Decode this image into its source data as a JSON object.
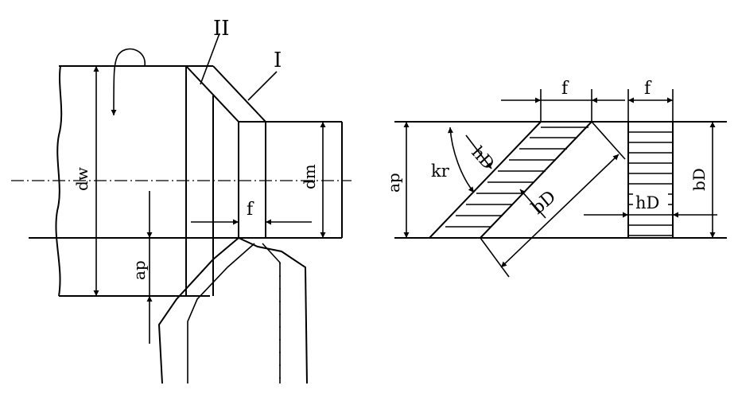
{
  "labels": {
    "roman_two": "II",
    "roman_one": "I",
    "d_w": "dw",
    "d_m": "dm",
    "f_left": "f",
    "a_p_left": "ap",
    "f_top1": "f",
    "f_top2": "f",
    "h_D_diag": "hD",
    "k_r": "kr",
    "a_p_right": "ap",
    "b_D_diag": "bD",
    "b_D_right": "bD",
    "h_D_right": "hD"
  },
  "colors": {
    "stroke": "#000000",
    "background": "#ffffff"
  }
}
